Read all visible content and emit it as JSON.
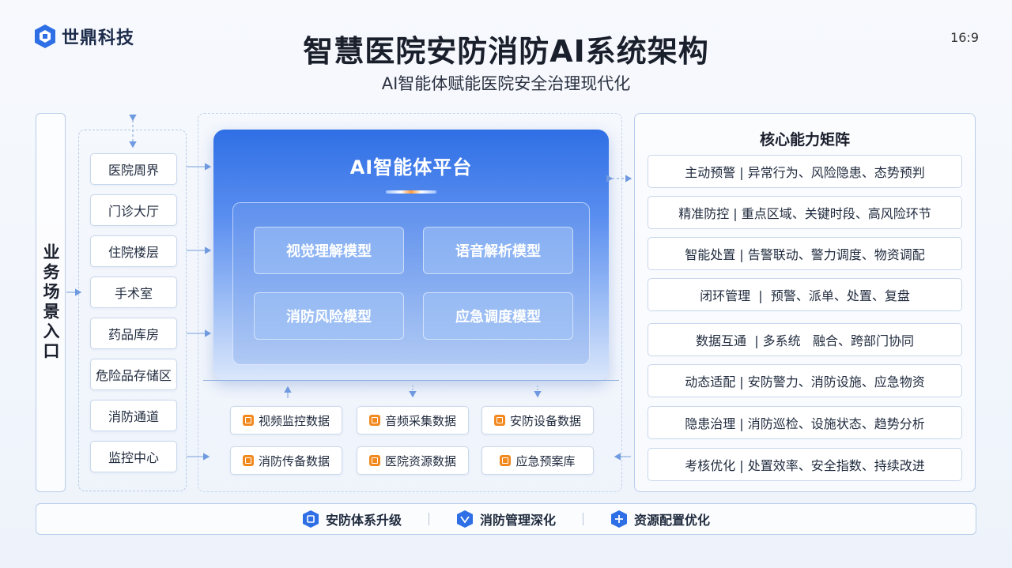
{
  "header": {
    "logo_text": "世鼎科技",
    "title": "智慧医院安防消防AI系统架构",
    "subtitle": "AI智能体赋能医院安全治理现代化",
    "ratio": "16:9"
  },
  "scenes": {
    "label": "业务场景入口",
    "items": [
      "医院周界",
      "门诊大厅",
      "住院楼层",
      "手术室",
      "药品库房",
      "危险品存储区",
      "消防通道",
      "监控中心"
    ]
  },
  "platform": {
    "title": "AI智能体平台",
    "models": [
      "视觉理解模型",
      "语音解析模型",
      "消防风险模型",
      "应急调度模型"
    ]
  },
  "data_sources": [
    "视频监控数据",
    "音频采集数据",
    "安防设备数据",
    "消防传备数据",
    "医院资源数据",
    "应急预案库"
  ],
  "capabilities": {
    "title": "核心能力矩阵",
    "items": [
      "主动预警 | 异常行为、风险隐患、态势预判",
      "精准防控 | 重点区域、关键时段、高风险环节",
      "智能处置 | 告警联动、警力调度、物资调配",
      "闭环管理  |  预警、派单、处置、复盘",
      "数据互通  | 多系统   融合、跨部门协同",
      "动态适配 | 安防警力、消防设施、应急物资",
      "隐患治理 | 消防巡检、设施状态、趋势分析",
      "考核优化 | 处置效率、安全指数、持续改进"
    ]
  },
  "outcomes": [
    "安防体系升级",
    "消防管理深化",
    "资源配置优化"
  ],
  "colors": {
    "primary": "#2f6fe5",
    "accent": "#f2891f",
    "border": "#b9cde9"
  }
}
